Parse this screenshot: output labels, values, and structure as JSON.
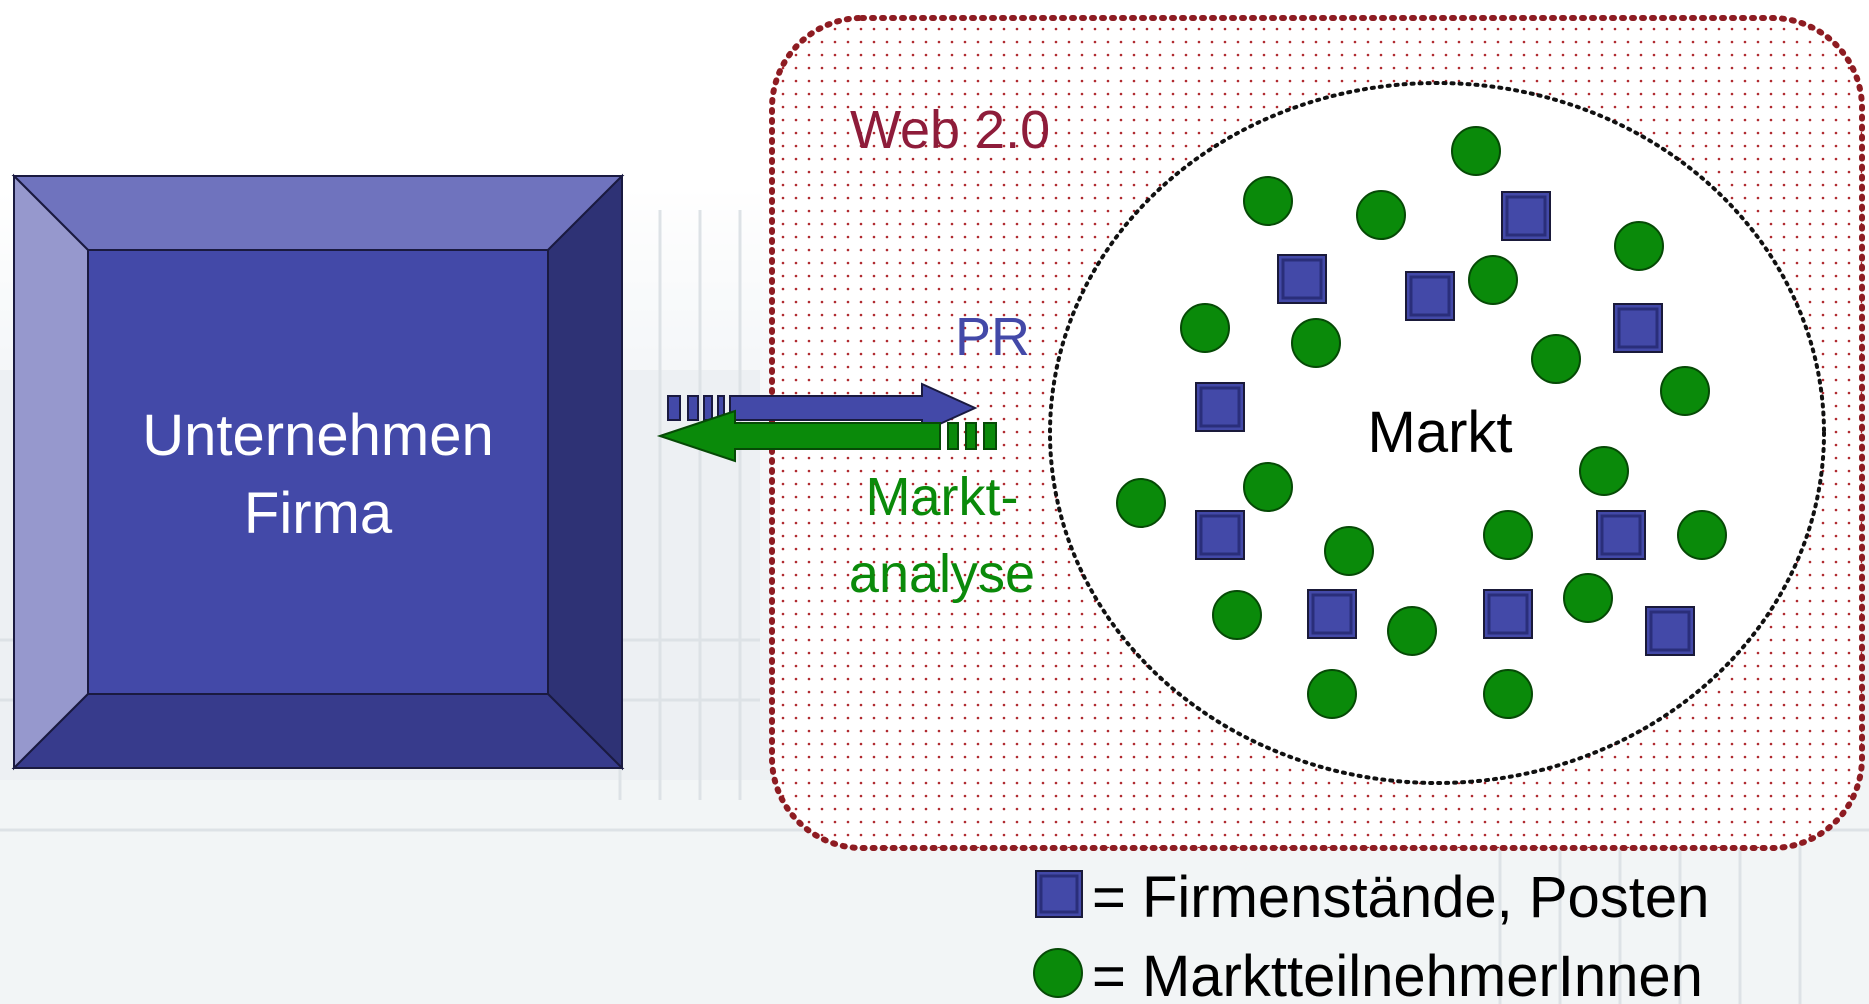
{
  "company_box": {
    "line1": "Unternehmen",
    "line2": "Firma"
  },
  "web_region": {
    "label": "Web 2.0"
  },
  "market": {
    "label": "Markt"
  },
  "arrows": {
    "pr_label": "PR",
    "analysis_label_line1": "Markt-",
    "analysis_label_line2": "analyse"
  },
  "legend": {
    "square_text": "= Firmenstände, Posten",
    "circle_text": "= MarktteilnehmerInnen"
  },
  "colors": {
    "company_face": "#4349A8",
    "company_top_bevel": "#6F73BE",
    "company_left_bevel": "#9698CD",
    "company_right_bevel": "#2E3275",
    "company_bottom_bevel": "#373B8C",
    "web_border": "#8E1C22",
    "web_label": "#8E1C3A",
    "market_border": "#111111",
    "square_fill": "#4349A8",
    "circle_fill": "#0A8A0A",
    "pr_arrow": "#4349A8",
    "analysis_arrow": "#0A8A0A",
    "background_building": "#C8D0D6"
  },
  "icons": {
    "company_stand": "square-icon",
    "participant": "circle-icon"
  }
}
